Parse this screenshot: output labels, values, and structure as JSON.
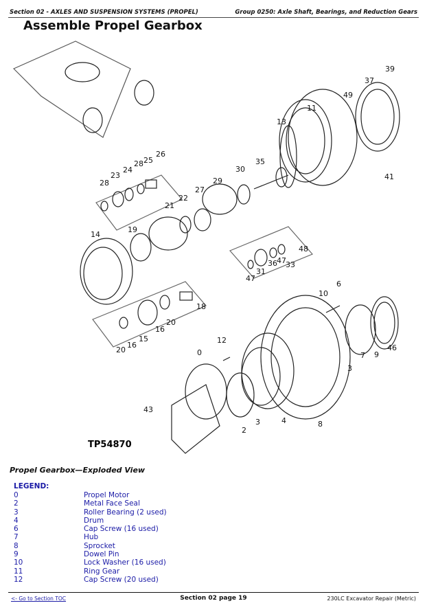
{
  "header": {
    "section": "Section 02 - AXLES AND SUSPENSION SYSTEMS (PROPEL)",
    "group": "Group 0250: Axle Shaft, Bearings, and Reduction Gears"
  },
  "title": "Assemble Propel Gearbox",
  "figure": {
    "id": "TP54870",
    "callouts": [
      "39",
      "37",
      "49",
      "11",
      "13",
      "26",
      "25",
      "28",
      "24",
      "23",
      "28",
      "30",
      "35",
      "29",
      "27",
      "22",
      "21",
      "41",
      "19",
      "14",
      "48",
      "36",
      "47",
      "33",
      "31",
      "47",
      "6",
      "10",
      "18",
      "20",
      "16",
      "15",
      "16",
      "20",
      "12",
      "0",
      "9",
      "7",
      "46",
      "3",
      "43",
      "2",
      "3",
      "4",
      "8"
    ]
  },
  "caption": "Propel Gearbox—Exploded View",
  "legend": {
    "title": "LEGEND:",
    "items": [
      {
        "num": "0",
        "desc": "Propel Motor"
      },
      {
        "num": "2",
        "desc": "Metal Face Seal"
      },
      {
        "num": "3",
        "desc": "Roller Bearing (2 used)"
      },
      {
        "num": "4",
        "desc": "Drum"
      },
      {
        "num": "6",
        "desc": "Cap Screw (16 used)"
      },
      {
        "num": "7",
        "desc": "Hub"
      },
      {
        "num": "8",
        "desc": "Sprocket"
      },
      {
        "num": "9",
        "desc": "Dowel Pin"
      },
      {
        "num": "10",
        "desc": "Lock Washer (16 used)"
      },
      {
        "num": "11",
        "desc": "Ring Gear"
      },
      {
        "num": "12",
        "desc": "Cap Screw (20 used)"
      }
    ]
  },
  "footer": {
    "toc_link": "<- Go to Section TOC",
    "page": "Section 02 page 19",
    "manual": "230LC Excavator Repair (Metric)"
  }
}
